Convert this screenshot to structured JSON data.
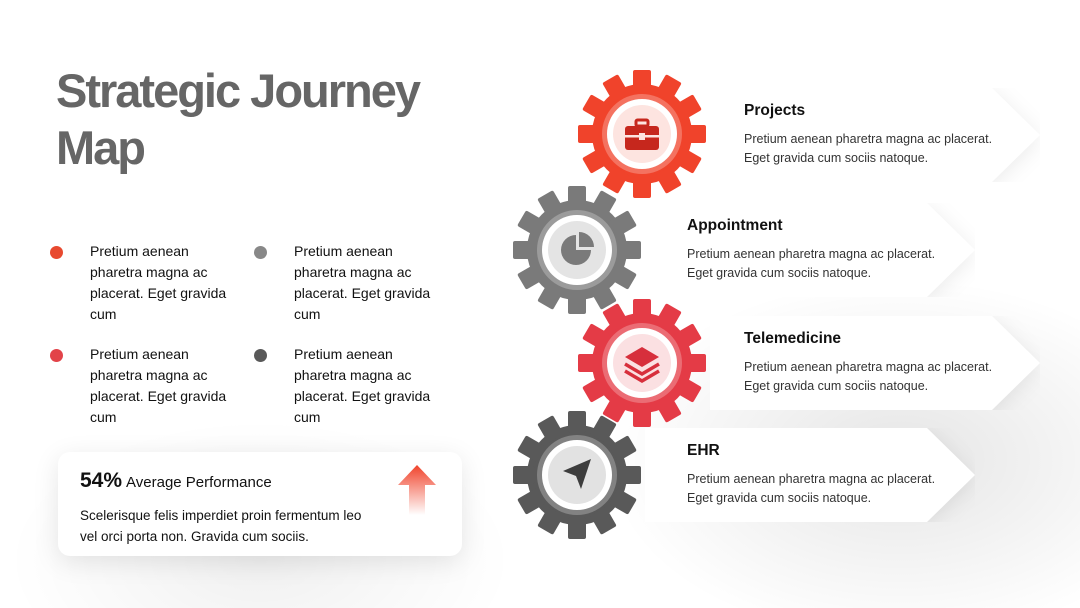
{
  "title": "Strategic Journey Map",
  "bullets": [
    {
      "text": "Pretium aenean pharetra magna ac placerat. Eget gravida cum",
      "color": "#e8492f"
    },
    {
      "text": "Pretium aenean pharetra magna ac placerat. Eget gravida cum",
      "color": "#888888"
    },
    {
      "text": "Pretium aenean pharetra magna ac placerat. Eget gravida cum",
      "color": "#e24349"
    },
    {
      "text": "Pretium aenean pharetra magna ac placerat. Eget gravida cum",
      "color": "#595959"
    }
  ],
  "performance": {
    "percent": "54%",
    "label": "Average Performance",
    "description": "Scelerisque felis imperdiet proin fermentum leo vel orci porta non. Gravida cum sociis.",
    "arrow_icon": "up-arrow-icon"
  },
  "steps": [
    {
      "title": "Projects",
      "description": "Pretium aenean pharetra magna ac placerat. Eget gravida cum sociis natoque.",
      "icon": "briefcase-icon",
      "color": "#f0432b"
    },
    {
      "title": "Appointment",
      "description": "Pretium aenean pharetra magna ac placerat. Eget gravida cum sociis natoque.",
      "icon": "pie-chart-icon",
      "color": "#7a7a7a"
    },
    {
      "title": "Telemedicine",
      "description": "Pretium aenean pharetra magna ac placerat. Eget gravida cum sociis natoque.",
      "icon": "layers-icon",
      "color": "#e43b46"
    },
    {
      "title": "EHR",
      "description": "Pretium aenean pharetra magna ac placerat. Eget gravida cum sociis natoque.",
      "icon": "navigation-arrow-icon",
      "color": "#595959"
    }
  ]
}
